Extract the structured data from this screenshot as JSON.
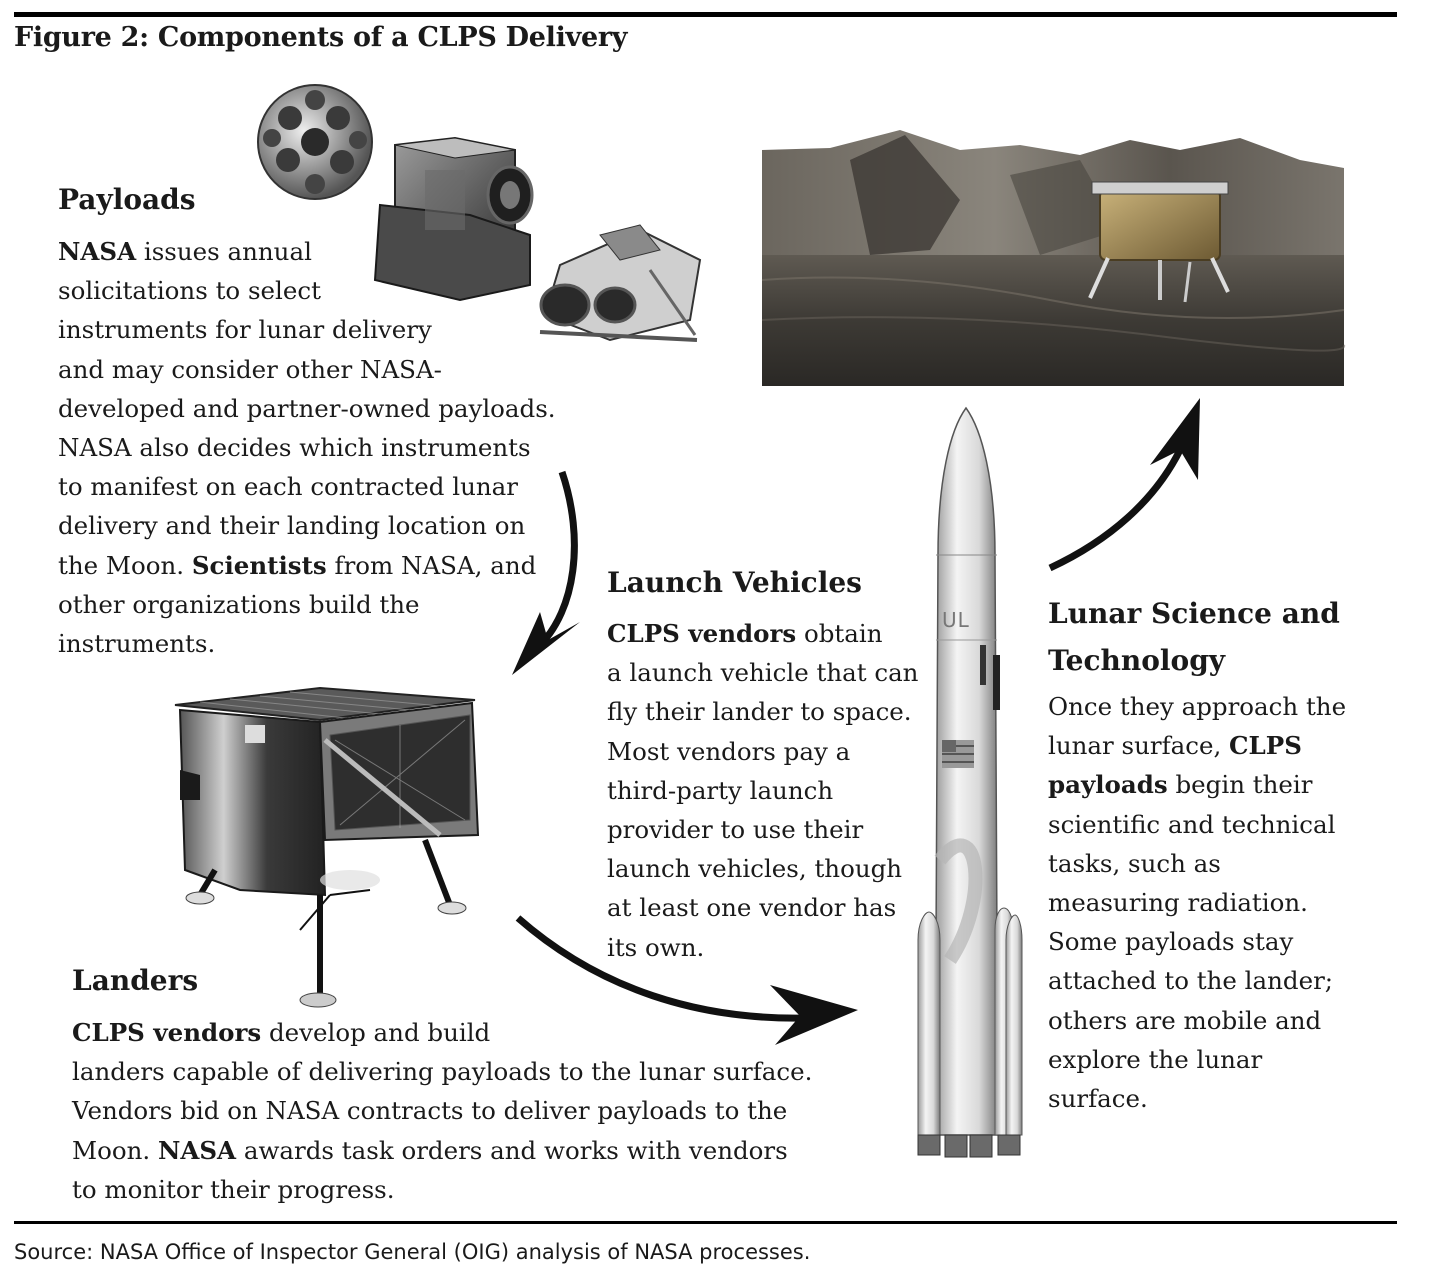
{
  "figure": {
    "title": "Figure 2: Components of a CLPS Delivery",
    "source": "Source: NASA Office of Inspector General (OIG) analysis of NASA processes."
  },
  "payloads": {
    "heading": "Payloads",
    "lines": [
      [
        {
          "t": "NASA",
          "b": true
        },
        {
          "t": " issues annual"
        }
      ],
      [
        {
          "t": "solicitations to select"
        }
      ],
      [
        {
          "t": "instruments for lunar delivery"
        }
      ],
      [
        {
          "t": "and may consider other NASA-"
        }
      ],
      [
        {
          "t": "developed and partner-owned payloads."
        }
      ],
      [
        {
          "t": "NASA also decides which instruments"
        }
      ],
      [
        {
          "t": "to manifest on each contracted lunar"
        }
      ],
      [
        {
          "t": "delivery and their landing location on"
        }
      ],
      [
        {
          "t": "the Moon.  "
        },
        {
          "t": "Scientists",
          "b": true
        },
        {
          "t": " from NASA, and"
        }
      ],
      [
        {
          "t": "other organizations build the"
        }
      ],
      [
        {
          "t": "instruments."
        }
      ]
    ]
  },
  "launch_vehicles": {
    "heading": "Launch Vehicles",
    "lines": [
      [
        {
          "t": "CLPS vendors",
          "b": true
        },
        {
          "t": " obtain"
        }
      ],
      [
        {
          "t": "a launch vehicle that can"
        }
      ],
      [
        {
          "t": "fly their lander to space."
        }
      ],
      [
        {
          "t": "Most vendors pay a"
        }
      ],
      [
        {
          "t": "third-party launch"
        }
      ],
      [
        {
          "t": "provider to use their"
        }
      ],
      [
        {
          "t": "launch vehicles, though"
        }
      ],
      [
        {
          "t": "at least one vendor has"
        }
      ],
      [
        {
          "t": "its own."
        }
      ]
    ]
  },
  "lunar_science": {
    "heading_lines": [
      "Lunar Science and",
      "Technology"
    ],
    "lines": [
      [
        {
          "t": "Once they approach the"
        }
      ],
      [
        {
          "t": "lunar surface, "
        },
        {
          "t": "CLPS",
          "b": true
        }
      ],
      [
        {
          "t": "payloads",
          "b": true
        },
        {
          "t": " begin their"
        }
      ],
      [
        {
          "t": "scientific and technical"
        }
      ],
      [
        {
          "t": "tasks, such as"
        }
      ],
      [
        {
          "t": "measuring radiation."
        }
      ],
      [
        {
          "t": "Some payloads stay"
        }
      ],
      [
        {
          "t": "attached to the lander;"
        }
      ],
      [
        {
          "t": "others are mobile and"
        }
      ],
      [
        {
          "t": "explore the lunar"
        }
      ],
      [
        {
          "t": "surface."
        }
      ]
    ]
  },
  "landers": {
    "heading": "Landers",
    "lines": [
      [
        {
          "t": "CLPS vendors",
          "b": true
        },
        {
          "t": " develop and build"
        }
      ],
      [
        {
          "t": "landers capable of delivering payloads to the lunar surface."
        }
      ],
      [
        {
          "t": "Vendors bid on NASA contracts to deliver payloads to the"
        }
      ],
      [
        {
          "t": "Moon.  "
        },
        {
          "t": "NASA",
          "b": true
        },
        {
          "t": " awards task orders and works with vendors"
        }
      ],
      [
        {
          "t": "to monitor their progress."
        }
      ]
    ]
  },
  "rocket": {
    "logo_text": "UL"
  },
  "images": {
    "payloads": "payload-instruments-image",
    "lander": "lander-image",
    "rocket": "rocket-image",
    "moon_scene": "lunar-surface-lander-image"
  },
  "colors": {
    "rule": "#000000",
    "arrow": "#111111",
    "text": "#1a1a1a"
  }
}
